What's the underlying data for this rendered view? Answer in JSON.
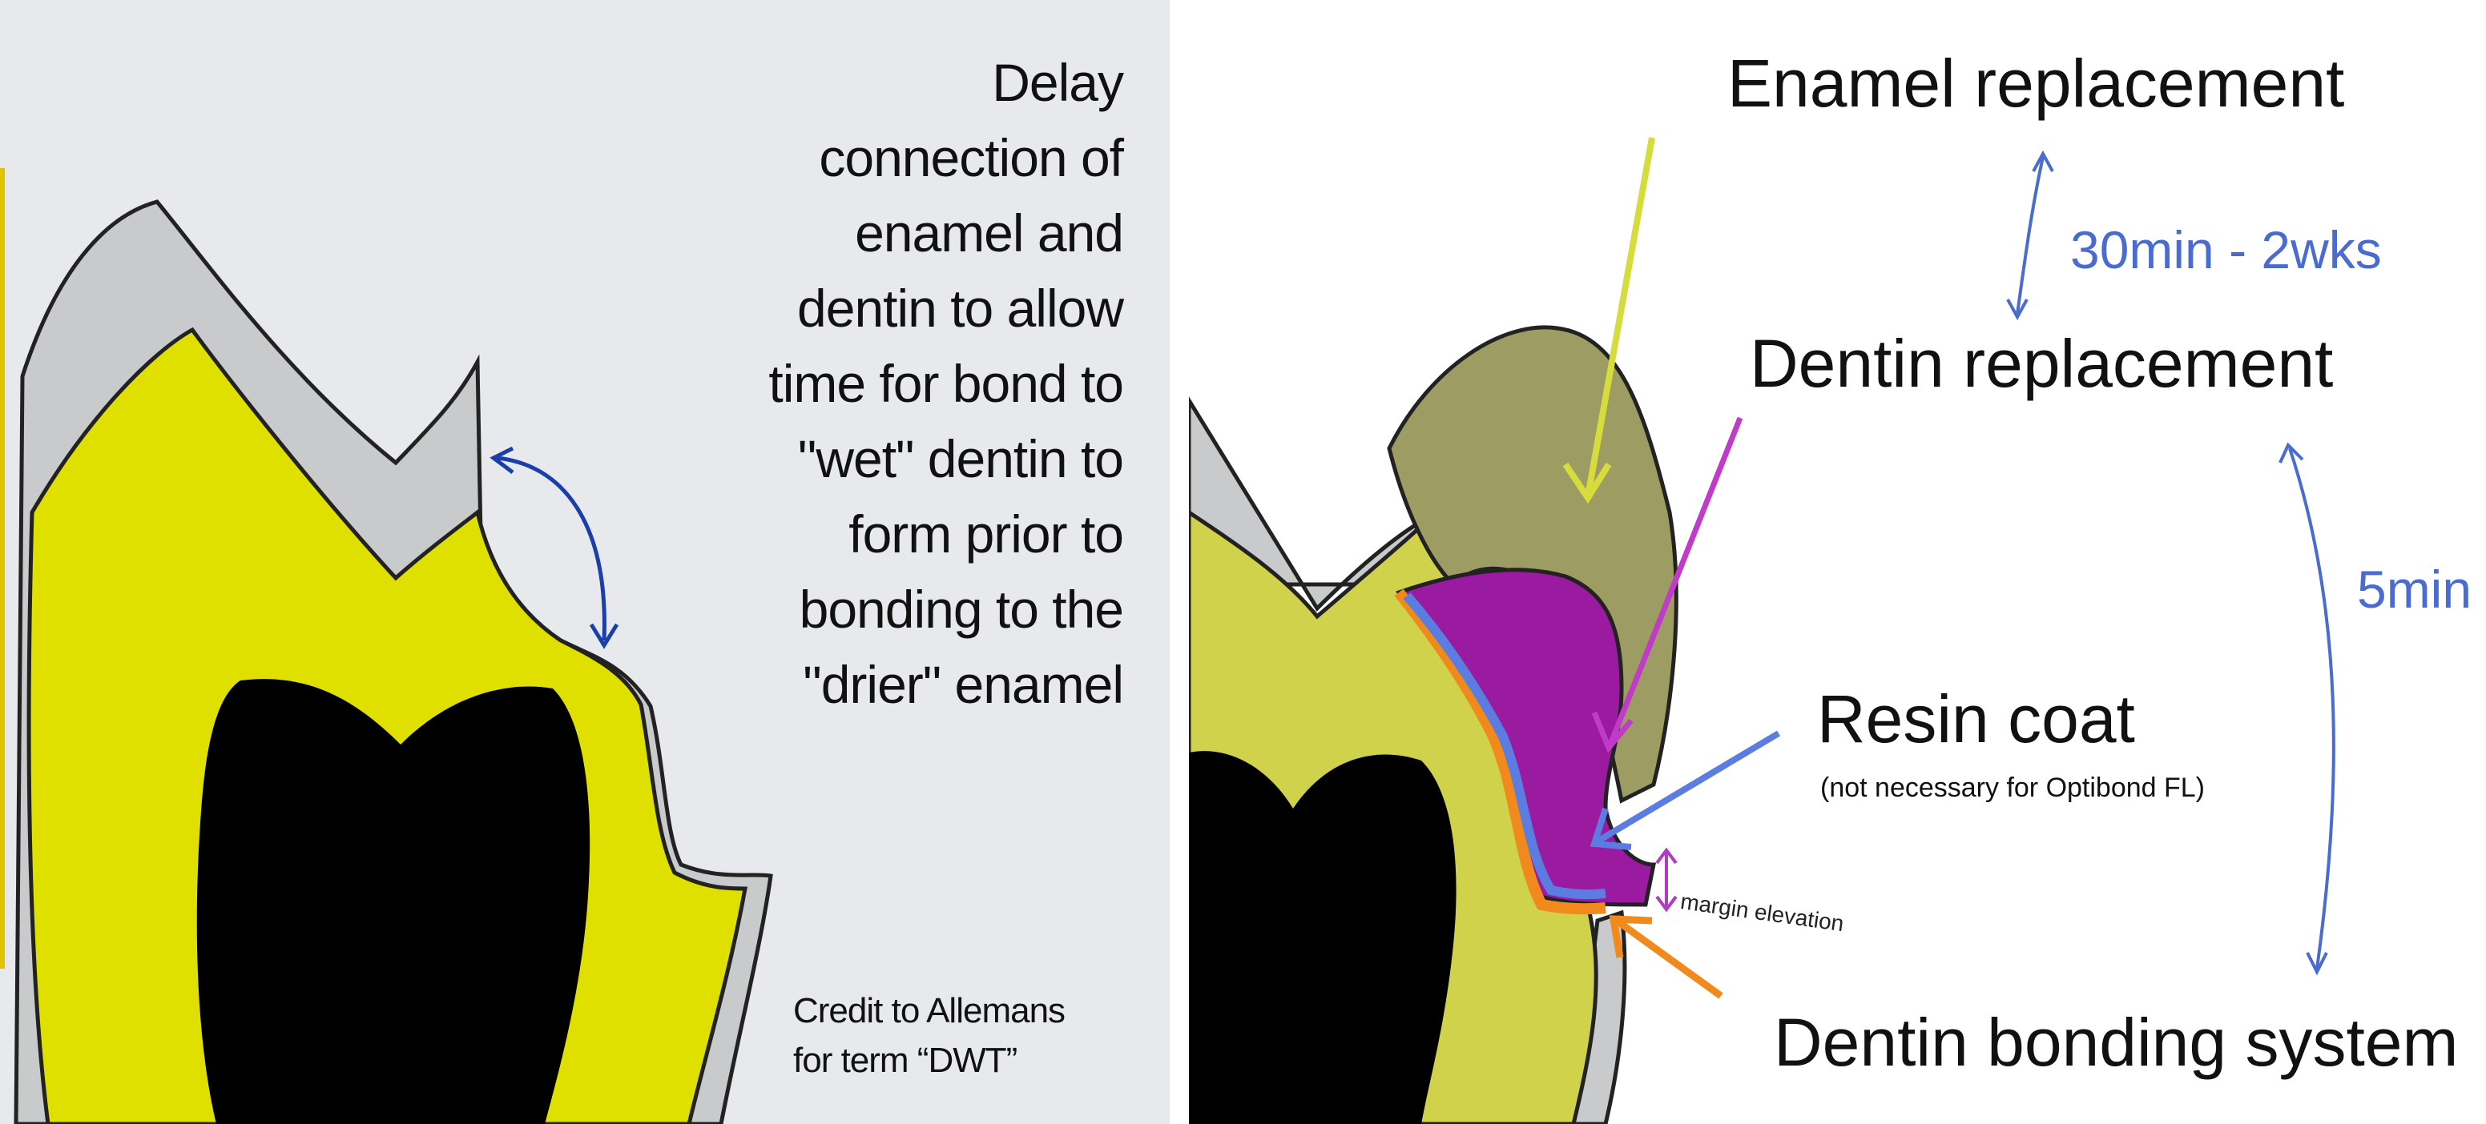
{
  "left_panel": {
    "statement_lines": [
      "Delay",
      "connection of",
      "enamel and",
      "dentin to allow",
      "time for bond to",
      "\"wet\" dentin to",
      "form prior to",
      "bonding to the",
      "\"drier\" enamel"
    ],
    "credit_lines": [
      "Credit to Allemans",
      "for term “DWT”"
    ]
  },
  "right_panel": {
    "enamel_replacement": "Enamel replacement",
    "dentin_replacement": "Dentin replacement",
    "resin_coat": "Resin coat",
    "resin_coat_note": "(not necessary for Optibond FL)",
    "dentin_bonding_system": "Dentin bonding system",
    "interval_enamel_dentin": "30min - 2wks",
    "interval_dentin_bonding": "5min",
    "margin_elevation": "margin elevation"
  },
  "colors": {
    "left_background": "#e8e9ec",
    "dentin_yellow": "#e0e000",
    "enamel_gray": "#c9cacc",
    "pulp_black": "#000000",
    "enamel_replacement_olive": "#9c9c63",
    "dentin_replacement_purple": "#9a1aa0",
    "resin_coat_blue": "#5b7ce0",
    "bonding_orange": "#f08a1c",
    "interval_blue": "#4a6bd0",
    "yellow_arrow": "#d6dc3c",
    "magenta_arrow": "#c03cc8"
  }
}
